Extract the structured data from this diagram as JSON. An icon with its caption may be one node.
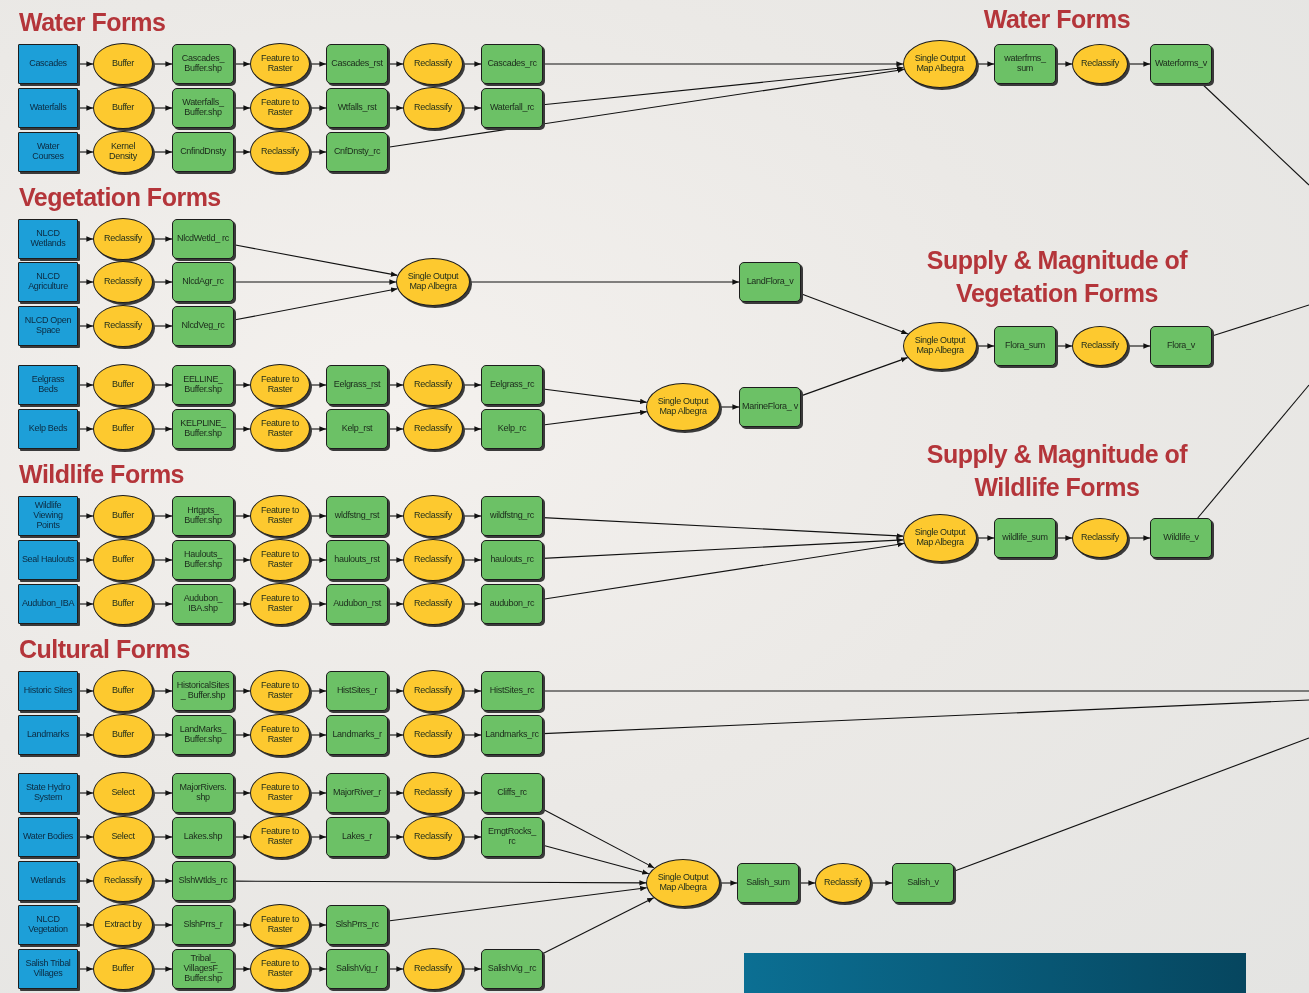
{
  "diagram": {
    "nodes": [
      {
        "text": [
          "Cascades"
        ]
      },
      {
        "text": [
          "Buffer"
        ]
      },
      {
        "text": [
          "Cascades_ Buffer.shp"
        ]
      },
      {
        "text": [
          "Feature to Raster"
        ]
      },
      {
        "text": [
          "Cascades_rst"
        ]
      },
      {
        "text": [
          "Reclassify"
        ]
      },
      {
        "text": [
          "Cascades_rc"
        ]
      },
      {
        "text": [
          "Waterfalls"
        ]
      },
      {
        "text": [
          "Buffer"
        ]
      },
      {
        "text": [
          "Waterfalls_ Buffer.shp"
        ]
      },
      {
        "text": [
          "Feature to Raster"
        ]
      },
      {
        "text": [
          "Wtfalls_rst"
        ]
      },
      {
        "text": [
          "Reclassify"
        ]
      },
      {
        "text": [
          "Waterfall_rc"
        ]
      },
      {
        "text": [
          "Water Courses"
        ]
      },
      {
        "text": [
          "Kernel Density"
        ]
      },
      {
        "text": [
          "CnfindDnsty"
        ]
      },
      {
        "text": [
          "Reclassify"
        ]
      },
      {
        "text": [
          "CnfDnsty_rc"
        ]
      },
      {
        "text": [
          "Single Output Map Albegra"
        ]
      },
      {
        "text": [
          "waterfrms_ sum"
        ]
      },
      {
        "text": [
          "Reclassify"
        ]
      },
      {
        "text": [
          "Waterforms_v"
        ]
      },
      {
        "text": [
          "NLCD Wetlands"
        ]
      },
      {
        "text": [
          "Reclassify"
        ]
      },
      {
        "text": [
          "NlcdWetld_ rc"
        ]
      },
      {
        "text": [
          "NLCD Agriculture"
        ]
      },
      {
        "text": [
          "Reclassify"
        ]
      },
      {
        "text": [
          "NlcdAgr_rc"
        ]
      },
      {
        "text": [
          "NLCD Open Space"
        ]
      },
      {
        "text": [
          "Reclassify"
        ]
      },
      {
        "text": [
          "NlcdVeg_rc"
        ]
      },
      {
        "text": [
          "Single Output Map Albegra"
        ]
      },
      {
        "text": [
          "LandFlora_v"
        ]
      },
      {
        "text": [
          "Eelgrass Beds"
        ]
      },
      {
        "text": [
          "Buffer"
        ]
      },
      {
        "text": [
          "EELLINE_ Buffer.shp"
        ]
      },
      {
        "text": [
          "Feature to Raster"
        ]
      },
      {
        "text": [
          "Eelgrass_rst"
        ]
      },
      {
        "text": [
          "Reclassify"
        ]
      },
      {
        "text": [
          "Eelgrass_rc"
        ]
      },
      {
        "text": [
          "Kelp Beds"
        ]
      },
      {
        "text": [
          "Buffer"
        ]
      },
      {
        "text": [
          "KELPLINE_ Buffer.shp"
        ]
      },
      {
        "text": [
          "Feature to Raster"
        ]
      },
      {
        "text": [
          "Kelp_rst"
        ]
      },
      {
        "text": [
          "Reclassify"
        ]
      },
      {
        "text": [
          "Kelp_rc"
        ]
      },
      {
        "text": [
          "Single Output Map Albegra"
        ]
      },
      {
        "text": [
          "MarineFlora_ v"
        ]
      },
      {
        "text": [
          "Single Output Map Albegra"
        ]
      },
      {
        "text": [
          "Flora_sum"
        ]
      },
      {
        "text": [
          "Reclassify"
        ]
      },
      {
        "text": [
          "Flora_v"
        ]
      },
      {
        "text": [
          "Wildlife Viewing Points"
        ]
      },
      {
        "text": [
          "Buffer"
        ]
      },
      {
        "text": [
          "Hrtgpts_ Buffer.shp"
        ]
      },
      {
        "text": [
          "Feature to Raster"
        ]
      },
      {
        "text": [
          "wldfstng_rst"
        ]
      },
      {
        "text": [
          "Reclassify"
        ]
      },
      {
        "text": [
          "wildfstng_rc"
        ]
      },
      {
        "text": [
          "Seal Haulouts"
        ]
      },
      {
        "text": [
          "Buffer"
        ]
      },
      {
        "text": [
          "Haulouts_ Buffer.shp"
        ]
      },
      {
        "text": [
          "Feature to Raster"
        ]
      },
      {
        "text": [
          "haulouts_rst"
        ]
      },
      {
        "text": [
          "Reclassify"
        ]
      },
      {
        "text": [
          "haulouts_rc"
        ]
      },
      {
        "text": [
          "Audubon_IBA"
        ]
      },
      {
        "text": [
          "Buffer"
        ]
      },
      {
        "text": [
          "Audubon_ IBA.shp"
        ]
      },
      {
        "text": [
          "Feature to Raster"
        ]
      },
      {
        "text": [
          "Audubon_rst"
        ]
      },
      {
        "text": [
          "Reclassify"
        ]
      },
      {
        "text": [
          "audubon_rc"
        ]
      },
      {
        "text": [
          "Single Output Map Albegra"
        ]
      },
      {
        "text": [
          "wildlife_sum"
        ]
      },
      {
        "text": [
          "Reclassify"
        ]
      },
      {
        "text": [
          "Wildlife_v"
        ]
      },
      {
        "text": [
          "Historic Sites"
        ]
      },
      {
        "text": [
          "Buffer"
        ]
      },
      {
        "text": [
          "HistoricalSites_ Buffer.shp"
        ]
      },
      {
        "text": [
          "Feature to Raster"
        ]
      },
      {
        "text": [
          "HistSites_r"
        ]
      },
      {
        "text": [
          "Reclassify"
        ]
      },
      {
        "text": [
          "HistSites_rc"
        ]
      },
      {
        "text": [
          "Landmarks"
        ]
      },
      {
        "text": [
          "Buffer"
        ]
      },
      {
        "text": [
          "LandMarks_ Buffer.shp"
        ]
      },
      {
        "text": [
          "Feature to Raster"
        ]
      },
      {
        "text": [
          "Landmarks_r"
        ]
      },
      {
        "text": [
          "Reclassify"
        ]
      },
      {
        "text": [
          "Landmarks_rc"
        ]
      },
      {
        "text": [
          "State Hydro System"
        ]
      },
      {
        "text": [
          "Select"
        ]
      },
      {
        "text": [
          "MajorRivers. shp"
        ]
      },
      {
        "text": [
          "Feature to Raster"
        ]
      },
      {
        "text": [
          "MajorRiver_r"
        ]
      },
      {
        "text": [
          "Reclassify"
        ]
      },
      {
        "text": [
          "Cliffs_rc"
        ]
      },
      {
        "text": [
          "Water Bodies"
        ]
      },
      {
        "text": [
          "Select"
        ]
      },
      {
        "text": [
          "Lakes.shp"
        ]
      },
      {
        "text": [
          "Feature to Raster"
        ]
      },
      {
        "text": [
          "Lakes_r"
        ]
      },
      {
        "text": [
          "Reclassify"
        ]
      },
      {
        "text": [
          "EmgtRocks_ rc"
        ]
      },
      {
        "text": [
          "Wetlands"
        ]
      },
      {
        "text": [
          "Reclassify"
        ]
      },
      {
        "text": [
          "SlshWtlds_rc"
        ]
      },
      {
        "text": [
          "NLCD Vegetation"
        ]
      },
      {
        "text": [
          "Extract by"
        ]
      },
      {
        "text": [
          "SlshPrrs_r"
        ]
      },
      {
        "text": [
          "Feature to Raster"
        ]
      },
      {
        "text": [
          "SlshPrrs_rc"
        ]
      },
      {
        "text": [
          "Salish Tribal Villages"
        ]
      },
      {
        "text": [
          "Buffer"
        ]
      },
      {
        "text": [
          "Tribal_ VillagesF_ Buffer.shp"
        ]
      },
      {
        "text": [
          "Feature to Raster"
        ]
      },
      {
        "text": [
          "SalishVig_r"
        ]
      },
      {
        "text": [
          "Reclassify"
        ]
      },
      {
        "text": [
          "SalishVig _rc"
        ]
      },
      {
        "text": [
          "Single Output Map Albegra"
        ]
      },
      {
        "text": [
          "Salish_sum"
        ]
      },
      {
        "text": [
          "Reclassify"
        ]
      },
      {
        "text": [
          "Salish_v"
        ]
      }
    ],
    "edges": [
      {
        "from": 0,
        "to": 1,
        "arrow": "to"
      },
      {
        "from": 1,
        "to": 2,
        "arrow": "to"
      },
      {
        "from": 2,
        "to": 3,
        "arrow": "to"
      },
      {
        "from": 3,
        "to": 4,
        "arrow": "to"
      },
      {
        "from": 4,
        "to": 5,
        "arrow": "to"
      },
      {
        "from": 5,
        "to": 6,
        "arrow": "to"
      },
      {
        "from": 7,
        "to": 8,
        "arrow": "to"
      },
      {
        "from": 8,
        "to": 9,
        "arrow": "to"
      },
      {
        "from": 9,
        "to": 10,
        "arrow": "to"
      },
      {
        "from": 10,
        "to": 11,
        "arrow": "to"
      },
      {
        "from": 11,
        "to": 12,
        "arrow": "to"
      },
      {
        "from": 12,
        "to": 13,
        "arrow": "to"
      },
      {
        "from": 14,
        "to": 15,
        "arrow": "to"
      },
      {
        "from": 15,
        "to": 16,
        "arrow": "to"
      },
      {
        "from": 16,
        "to": 17,
        "arrow": "to"
      },
      {
        "from": 17,
        "to": 18,
        "arrow": "to"
      },
      {
        "from": 6,
        "to": 19,
        "arrow": "to"
      },
      {
        "from": 13,
        "to": 19,
        "arrow": "to"
      },
      {
        "from": 18,
        "to": 19,
        "arrow": "to"
      },
      {
        "from": 19,
        "to": 20,
        "arrow": "to"
      },
      {
        "from": 20,
        "to": 21,
        "arrow": "to"
      },
      {
        "from": 21,
        "to": 22,
        "arrow": "to"
      },
      {
        "from": 22,
        "to": null,
        "arrow": "none"
      },
      {
        "from": 23,
        "to": 24,
        "arrow": "to"
      },
      {
        "from": 24,
        "to": 25,
        "arrow": "to"
      },
      {
        "from": 26,
        "to": 27,
        "arrow": "to"
      },
      {
        "from": 27,
        "to": 28,
        "arrow": "to"
      },
      {
        "from": 29,
        "to": 30,
        "arrow": "to"
      },
      {
        "from": 30,
        "to": 31,
        "arrow": "to"
      },
      {
        "from": 25,
        "to": 32,
        "arrow": "to"
      },
      {
        "from": 28,
        "to": 32,
        "arrow": "to"
      },
      {
        "from": 31,
        "to": 32,
        "arrow": "to"
      },
      {
        "from": 32,
        "to": 33,
        "arrow": "to"
      },
      {
        "from": 33,
        "to": 50,
        "arrow": "to"
      },
      {
        "from": 34,
        "to": 35,
        "arrow": "to"
      },
      {
        "from": 35,
        "to": 36,
        "arrow": "to"
      },
      {
        "from": 36,
        "to": 37,
        "arrow": "to"
      },
      {
        "from": 37,
        "to": 38,
        "arrow": "to"
      },
      {
        "from": 38,
        "to": 39,
        "arrow": "to"
      },
      {
        "from": 39,
        "to": 40,
        "arrow": "to"
      },
      {
        "from": 41,
        "to": 42,
        "arrow": "to"
      },
      {
        "from": 42,
        "to": 43,
        "arrow": "to"
      },
      {
        "from": 43,
        "to": 44,
        "arrow": "to"
      },
      {
        "from": 44,
        "to": 45,
        "arrow": "to"
      },
      {
        "from": 45,
        "to": 46,
        "arrow": "to"
      },
      {
        "from": 46,
        "to": 47,
        "arrow": "to"
      },
      {
        "from": 40,
        "to": 48,
        "arrow": "to"
      },
      {
        "from": 47,
        "to": 48,
        "arrow": "to"
      },
      {
        "from": 48,
        "to": 49,
        "arrow": "to"
      },
      {
        "from": 49,
        "to": 50,
        "arrow": "to"
      },
      {
        "from": 50,
        "to": 51,
        "arrow": "to"
      },
      {
        "from": 51,
        "to": 52,
        "arrow": "to"
      },
      {
        "from": 52,
        "to": 53,
        "arrow": "to"
      },
      {
        "from": 53,
        "to": null,
        "arrow": "none"
      },
      {
        "from": 54,
        "to": 55,
        "arrow": "to"
      },
      {
        "from": 55,
        "to": 56,
        "arrow": "to"
      },
      {
        "from": 56,
        "to": 57,
        "arrow": "to"
      },
      {
        "from": 57,
        "to": 58,
        "arrow": "to"
      },
      {
        "from": 58,
        "to": 59,
        "arrow": "to"
      },
      {
        "from": 59,
        "to": 60,
        "arrow": "to"
      },
      {
        "from": 61,
        "to": 62,
        "arrow": "to"
      },
      {
        "from": 62,
        "to": 63,
        "arrow": "to"
      },
      {
        "from": 63,
        "to": 64,
        "arrow": "to"
      },
      {
        "from": 64,
        "to": 65,
        "arrow": "to"
      },
      {
        "from": 65,
        "to": 66,
        "arrow": "to"
      },
      {
        "from": 66,
        "to": 67,
        "arrow": "to"
      },
      {
        "from": 68,
        "to": 69,
        "arrow": "to"
      },
      {
        "from": 69,
        "to": 70,
        "arrow": "to"
      },
      {
        "from": 70,
        "to": 71,
        "arrow": "to"
      },
      {
        "from": 71,
        "to": 72,
        "arrow": "to"
      },
      {
        "from": 72,
        "to": 73,
        "arrow": "to"
      },
      {
        "from": 73,
        "to": 74,
        "arrow": "to"
      },
      {
        "from": 60,
        "to": 75,
        "arrow": "to"
      },
      {
        "from": 67,
        "to": 75,
        "arrow": "to"
      },
      {
        "from": 74,
        "to": 75,
        "arrow": "to"
      },
      {
        "from": 75,
        "to": 76,
        "arrow": "to"
      },
      {
        "from": 76,
        "to": 77,
        "arrow": "to"
      },
      {
        "from": 77,
        "to": 78,
        "arrow": "to"
      },
      {
        "from": 78,
        "to": null,
        "arrow": "none"
      },
      {
        "from": 79,
        "to": 80,
        "arrow": "to"
      },
      {
        "from": 80,
        "to": 81,
        "arrow": "to"
      },
      {
        "from": 81,
        "to": 82,
        "arrow": "to"
      },
      {
        "from": 82,
        "to": 83,
        "arrow": "to"
      },
      {
        "from": 83,
        "to": 84,
        "arrow": "to"
      },
      {
        "from": 84,
        "to": 85,
        "arrow": "to"
      },
      {
        "from": 85,
        "to": null,
        "arrow": "none"
      },
      {
        "from": 86,
        "to": 87,
        "arrow": "to"
      },
      {
        "from": 87,
        "to": 88,
        "arrow": "to"
      },
      {
        "from": 88,
        "to": 89,
        "arrow": "to"
      },
      {
        "from": 89,
        "to": 90,
        "arrow": "to"
      },
      {
        "from": 90,
        "to": 91,
        "arrow": "to"
      },
      {
        "from": 91,
        "to": 92,
        "arrow": "to"
      },
      {
        "from": 92,
        "to": null,
        "arrow": "none"
      },
      {
        "from": 93,
        "to": 94,
        "arrow": "to"
      },
      {
        "from": 94,
        "to": 95,
        "arrow": "to"
      },
      {
        "from": 95,
        "to": 96,
        "arrow": "to"
      },
      {
        "from": 96,
        "to": 97,
        "arrow": "to"
      },
      {
        "from": 97,
        "to": 98,
        "arrow": "to"
      },
      {
        "from": 98,
        "to": 99,
        "arrow": "to"
      },
      {
        "from": 100,
        "to": 101,
        "arrow": "to"
      },
      {
        "from": 101,
        "to": 102,
        "arrow": "to"
      },
      {
        "from": 102,
        "to": 103,
        "arrow": "to"
      },
      {
        "from": 103,
        "to": 104,
        "arrow": "to"
      },
      {
        "from": 104,
        "to": 105,
        "arrow": "to"
      },
      {
        "from": 105,
        "to": 106,
        "arrow": "to"
      },
      {
        "from": 107,
        "to": 108,
        "arrow": "to"
      },
      {
        "from": 108,
        "to": 109,
        "arrow": "to"
      },
      {
        "from": 110,
        "to": 111,
        "arrow": "to"
      },
      {
        "from": 111,
        "to": 112,
        "arrow": "to"
      },
      {
        "from": 112,
        "to": 113,
        "arrow": "to"
      },
      {
        "from": 113,
        "to": 114,
        "arrow": "to"
      },
      {
        "from": 115,
        "to": 116,
        "arrow": "to"
      },
      {
        "from": 116,
        "to": 117,
        "arrow": "to"
      },
      {
        "from": 117,
        "to": 118,
        "arrow": "to"
      },
      {
        "from": 118,
        "to": 119,
        "arrow": "to"
      },
      {
        "from": 119,
        "to": 120,
        "arrow": "to"
      },
      {
        "from": 120,
        "to": 121,
        "arrow": "to"
      },
      {
        "from": 99,
        "to": 122,
        "arrow": "to"
      },
      {
        "from": 106,
        "to": 122,
        "arrow": "to"
      },
      {
        "from": 109,
        "to": 122,
        "arrow": "to"
      },
      {
        "from": 114,
        "to": 122,
        "arrow": "to"
      },
      {
        "from": 121,
        "to": 122,
        "arrow": "to"
      },
      {
        "from": 122,
        "to": 123,
        "arrow": "to"
      },
      {
        "from": 123,
        "to": 124,
        "arrow": "to"
      },
      {
        "from": 124,
        "to": 125,
        "arrow": "to"
      },
      {
        "from": 125,
        "to": null,
        "arrow": "none"
      }
    ],
    "labels": [
      "Water Forms",
      "Water Forms",
      "Vegetation Forms",
      "Supply & Magnitude of Vegetation Forms",
      "Wildlife Forms",
      "Supply & Magnitude of Wildlife Forms",
      "Cultural Forms"
    ]
  }
}
